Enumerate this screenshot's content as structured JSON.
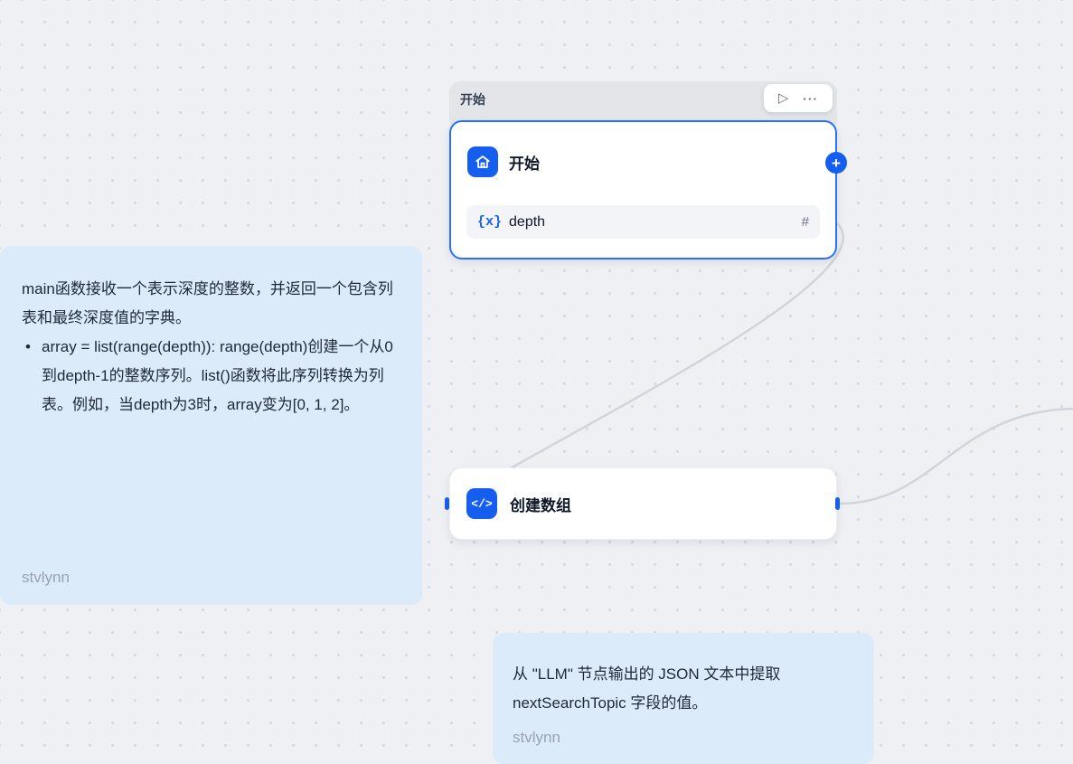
{
  "accent_color": "#155eef",
  "selected_border_color": "#2970ff",
  "start_node": {
    "backdrop_label": "开始",
    "title": "开始",
    "icon": "home-icon",
    "variable": {
      "prefix": "{x}",
      "name": "depth",
      "type_symbol": "#"
    },
    "toolbar": {
      "play_icon": "▷",
      "more_icon": "···"
    },
    "plus_icon": "+"
  },
  "code_node": {
    "title": "创建数组",
    "icon": "code-icon",
    "icon_glyph": "</>"
  },
  "note_left": {
    "paragraph": "main函数接收一个表示深度的整数，并返回一个包含列表和最终深度值的字典。",
    "bullet": "array = list(range(depth)): range(depth)创建一个从0到depth-1的整数序列。list()函数将此序列转换为列表。例如，当depth为3时，array变为[0, 1, 2]。",
    "author": "stvlynn"
  },
  "note_bottom": {
    "text": "从 \"LLM\" 节点输出的 JSON 文本中提取 nextSearchTopic 字段的值。",
    "author": "stvlynn"
  }
}
